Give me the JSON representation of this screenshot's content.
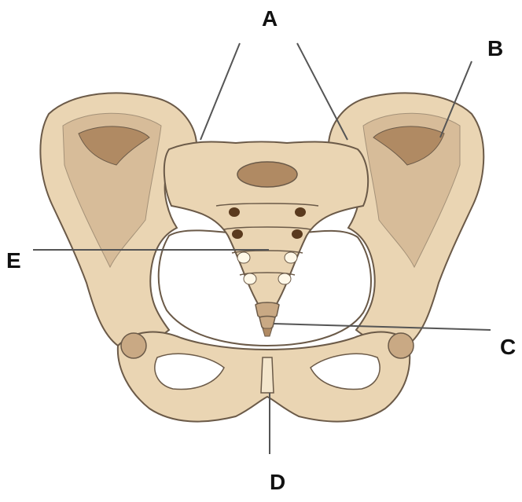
{
  "labels": {
    "a": "A",
    "b": "B",
    "c": "C",
    "d": "D",
    "e": "E"
  },
  "colors": {
    "bone": "#ead5b3",
    "bone_light": "#f4e6cc",
    "bone_shadow": "#c9a984",
    "bone_dark": "#b08a63",
    "outline": "#6b5a48",
    "foramen_dark": "#5a3a1e",
    "foramen_light": "#fff8e8",
    "pointer_line": "#555555",
    "watermark": "#e6e6e6"
  }
}
